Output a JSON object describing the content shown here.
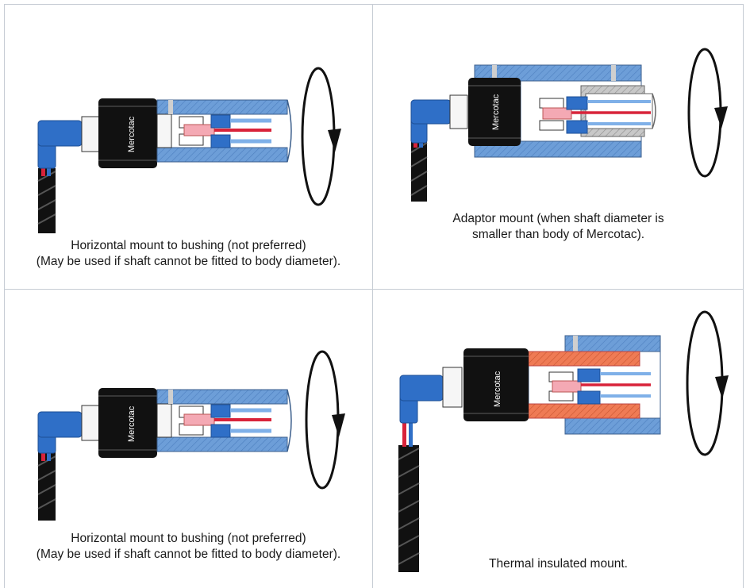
{
  "panels": [
    {
      "caption_lines": [
        "Horizontal mount to bushing (not preferred)",
        "(May be used if shaft cannot be fitted to body diameter)."
      ]
    },
    {
      "caption_lines": [
        "Adaptor mount (when shaft diameter is",
        "smaller than body of Mercotac)."
      ]
    },
    {
      "caption_lines": [
        "Horizontal mount to bushing (not preferred)",
        "(May be used if shaft cannot be fitted to body diameter)."
      ]
    },
    {
      "caption_lines": [
        "Thermal insulated mount."
      ]
    }
  ],
  "brand_label": "Mercotac",
  "colors": {
    "shaft_blue": "#6d9ed8",
    "shaft_outline": "#3c5f8c",
    "connector_blue": "#2f6fc7",
    "contact_pink": "#f4a9b4",
    "wire_red": "#d8233a",
    "wire_blue": "#7fb0e8",
    "insulation_orange": "#ef7b55",
    "adaptor_gray": "#bdbdbd",
    "body_black": "#111111",
    "border": "#c6ccd4"
  }
}
